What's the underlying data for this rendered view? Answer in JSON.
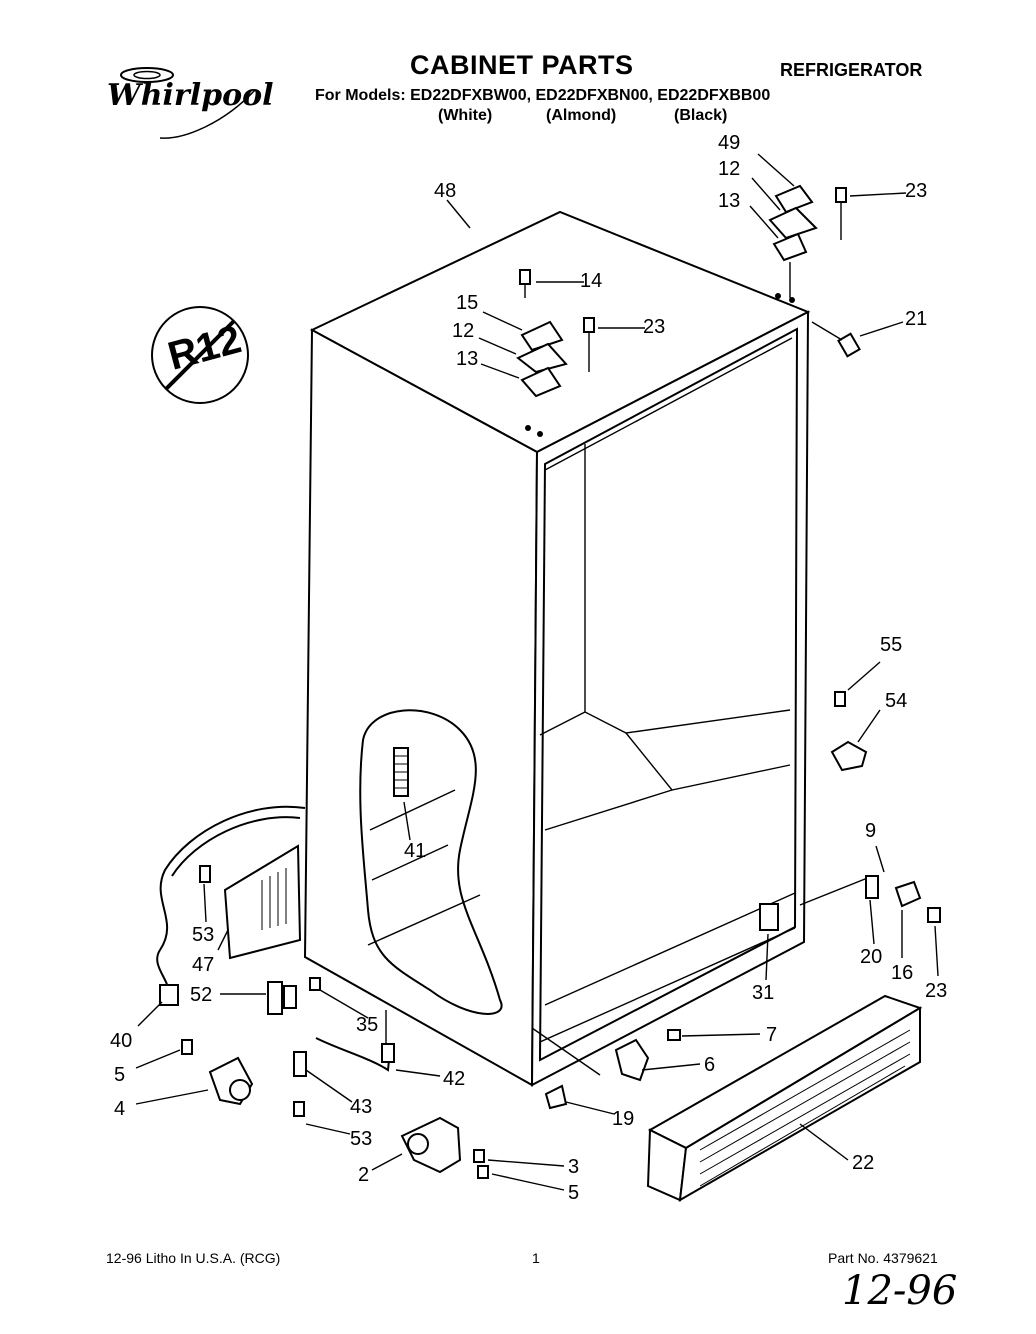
{
  "header": {
    "brand": "Whirlpool",
    "title": "CABINET PARTS",
    "category": "REFRIGERATOR",
    "models_line": "For Models: ED22DFXBW00, ED22DFXBN00, ED22DFXBB00",
    "variants": [
      "(White)",
      "(Almond)",
      "(Black)"
    ],
    "badge_text": "R12"
  },
  "callouts": {
    "c49": "49",
    "c12a": "12",
    "c13a": "13",
    "c23a": "23",
    "c48": "48",
    "c14": "14",
    "c15": "15",
    "c12b": "12",
    "c13b": "13",
    "c23b": "23",
    "c21": "21",
    "c55": "55",
    "c54": "54",
    "c41": "41",
    "c9": "9",
    "c20": "20",
    "c16": "16",
    "c23c": "23",
    "c31": "31",
    "c53a": "53",
    "c47": "47",
    "c52": "52",
    "c35": "35",
    "c40": "40",
    "c5a": "5",
    "c4": "4",
    "c43": "43",
    "c42": "42",
    "c53b": "53",
    "c7": "7",
    "c6": "6",
    "c19": "19",
    "c22": "22",
    "c2": "2",
    "c3": "3",
    "c5b": "5"
  },
  "footer": {
    "left": "12-96 Litho In U.S.A. (RCG)",
    "page": "1",
    "part_no": "Part No. 4379621",
    "handwritten": "12-96"
  }
}
